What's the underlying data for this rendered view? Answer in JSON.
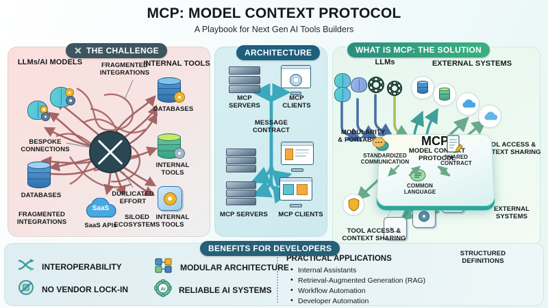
{
  "header": {
    "title": "MCP: MODEL CONTEXT PROTOCOL",
    "subtitle": "A Playbook for Next Gen AI Tools Builders"
  },
  "badges": {
    "challenge": "THE CHALLENGE",
    "challenge_icon": "x-mark-icon",
    "architecture": "ARCHITECTURE",
    "solution": "WHAT IS MCP: THE SOLUTION",
    "benefits": "BENEFITS FOR DEVELOPERS"
  },
  "challenge": {
    "labels": {
      "llms": "LLMs/AI MODELS",
      "fragmented_integrations_top": "FRAGMENTED\nINTEGRATIONS",
      "internal_tools_top": "INTERNAL TOOLS",
      "databases_right": "DATABASES",
      "bespoke_connections": "BESPOKE\nCONNECTIONS",
      "internal_tools_mid": "INTERNAL\nTOOLS",
      "duplicated_effort": "DUPLICATED\nEFFORT",
      "internal_tools_bottom": "INTERNAL\nTOOLS",
      "databases_left": "DATABASES",
      "fragmented_integrations_bottom": "FRAGMENTED\nINTEGRATIONS",
      "saas_cloud": "SaaS",
      "saas_apis": "SaaS APIs",
      "siloed_ecosystems": "SILOED\nECOSYSTEMS"
    }
  },
  "architecture": {
    "labels": {
      "mcp_servers_top": "MCP\nSERVERS",
      "mcp_clients_top": "MCP\nCLIENTS",
      "message_contract": "MESSAGE\nCONTRACT",
      "mcp_servers_bottom": "MCP SERVERS",
      "mcp_clients_bottom": "MCP CLIENTS"
    }
  },
  "solution": {
    "labels": {
      "llms": "LLMs",
      "external_systems_top": "EXTERNAL SYSTEMS",
      "modularity_portability": "MODULARITY\n& PORTABILITY",
      "tool_access_right": "TOOL ACCESS &\nCONTEXT SHARING",
      "tool_access_left": "TOOL ACCESS &\nCONTEXT SHARING",
      "external_systems_bottom": "EXTERNAL\nSYSTEMS",
      "structured_definitions": "STRUCTURED\nDEFINITIONS"
    },
    "hub": {
      "title": "MCP:",
      "subtitle": "MODEL CONTEXT\nPROTOCOL",
      "standardized_communication": "STANDARDIZED\nCOMMUNICATION",
      "shared_contract": "SHARED\nCONTRACT",
      "common_language": "COMMON\nLANGUAGE"
    }
  },
  "benefits": {
    "items": [
      {
        "label": "INTEROPERABILITY",
        "icon": "shuffle-arrows-icon"
      },
      {
        "label": "NO VENDOR LOCK-IN",
        "icon": "no-lock-in-icon"
      },
      {
        "label": "MODULAR ARCHITECTURE",
        "icon": "modules-icon"
      },
      {
        "label": "RELIABLE AI SYSTEMS",
        "icon": "ai-gear-icon"
      }
    ],
    "applications_title": "PRACTICAL APPLICATIONS",
    "applications": [
      "Internal Assistants",
      "Retrieval-Augmented Generation (RAG)",
      "Workflow Automation",
      "Developer Automation"
    ]
  },
  "colors": {
    "challenge_bg": "#fbdfdd",
    "architecture_bg": "#d1ecf0",
    "solution_bg": "#e9f7ef",
    "benefits_bg": "#e2f0f4",
    "badge_dark": "#3c5560",
    "badge_blue": "#1d5f7d",
    "badge_green": "#2a8f7e",
    "arrow_red": "#9e5b5b",
    "arrow_teal": "#3aa8bd",
    "accent_gold": "#f0b429"
  }
}
